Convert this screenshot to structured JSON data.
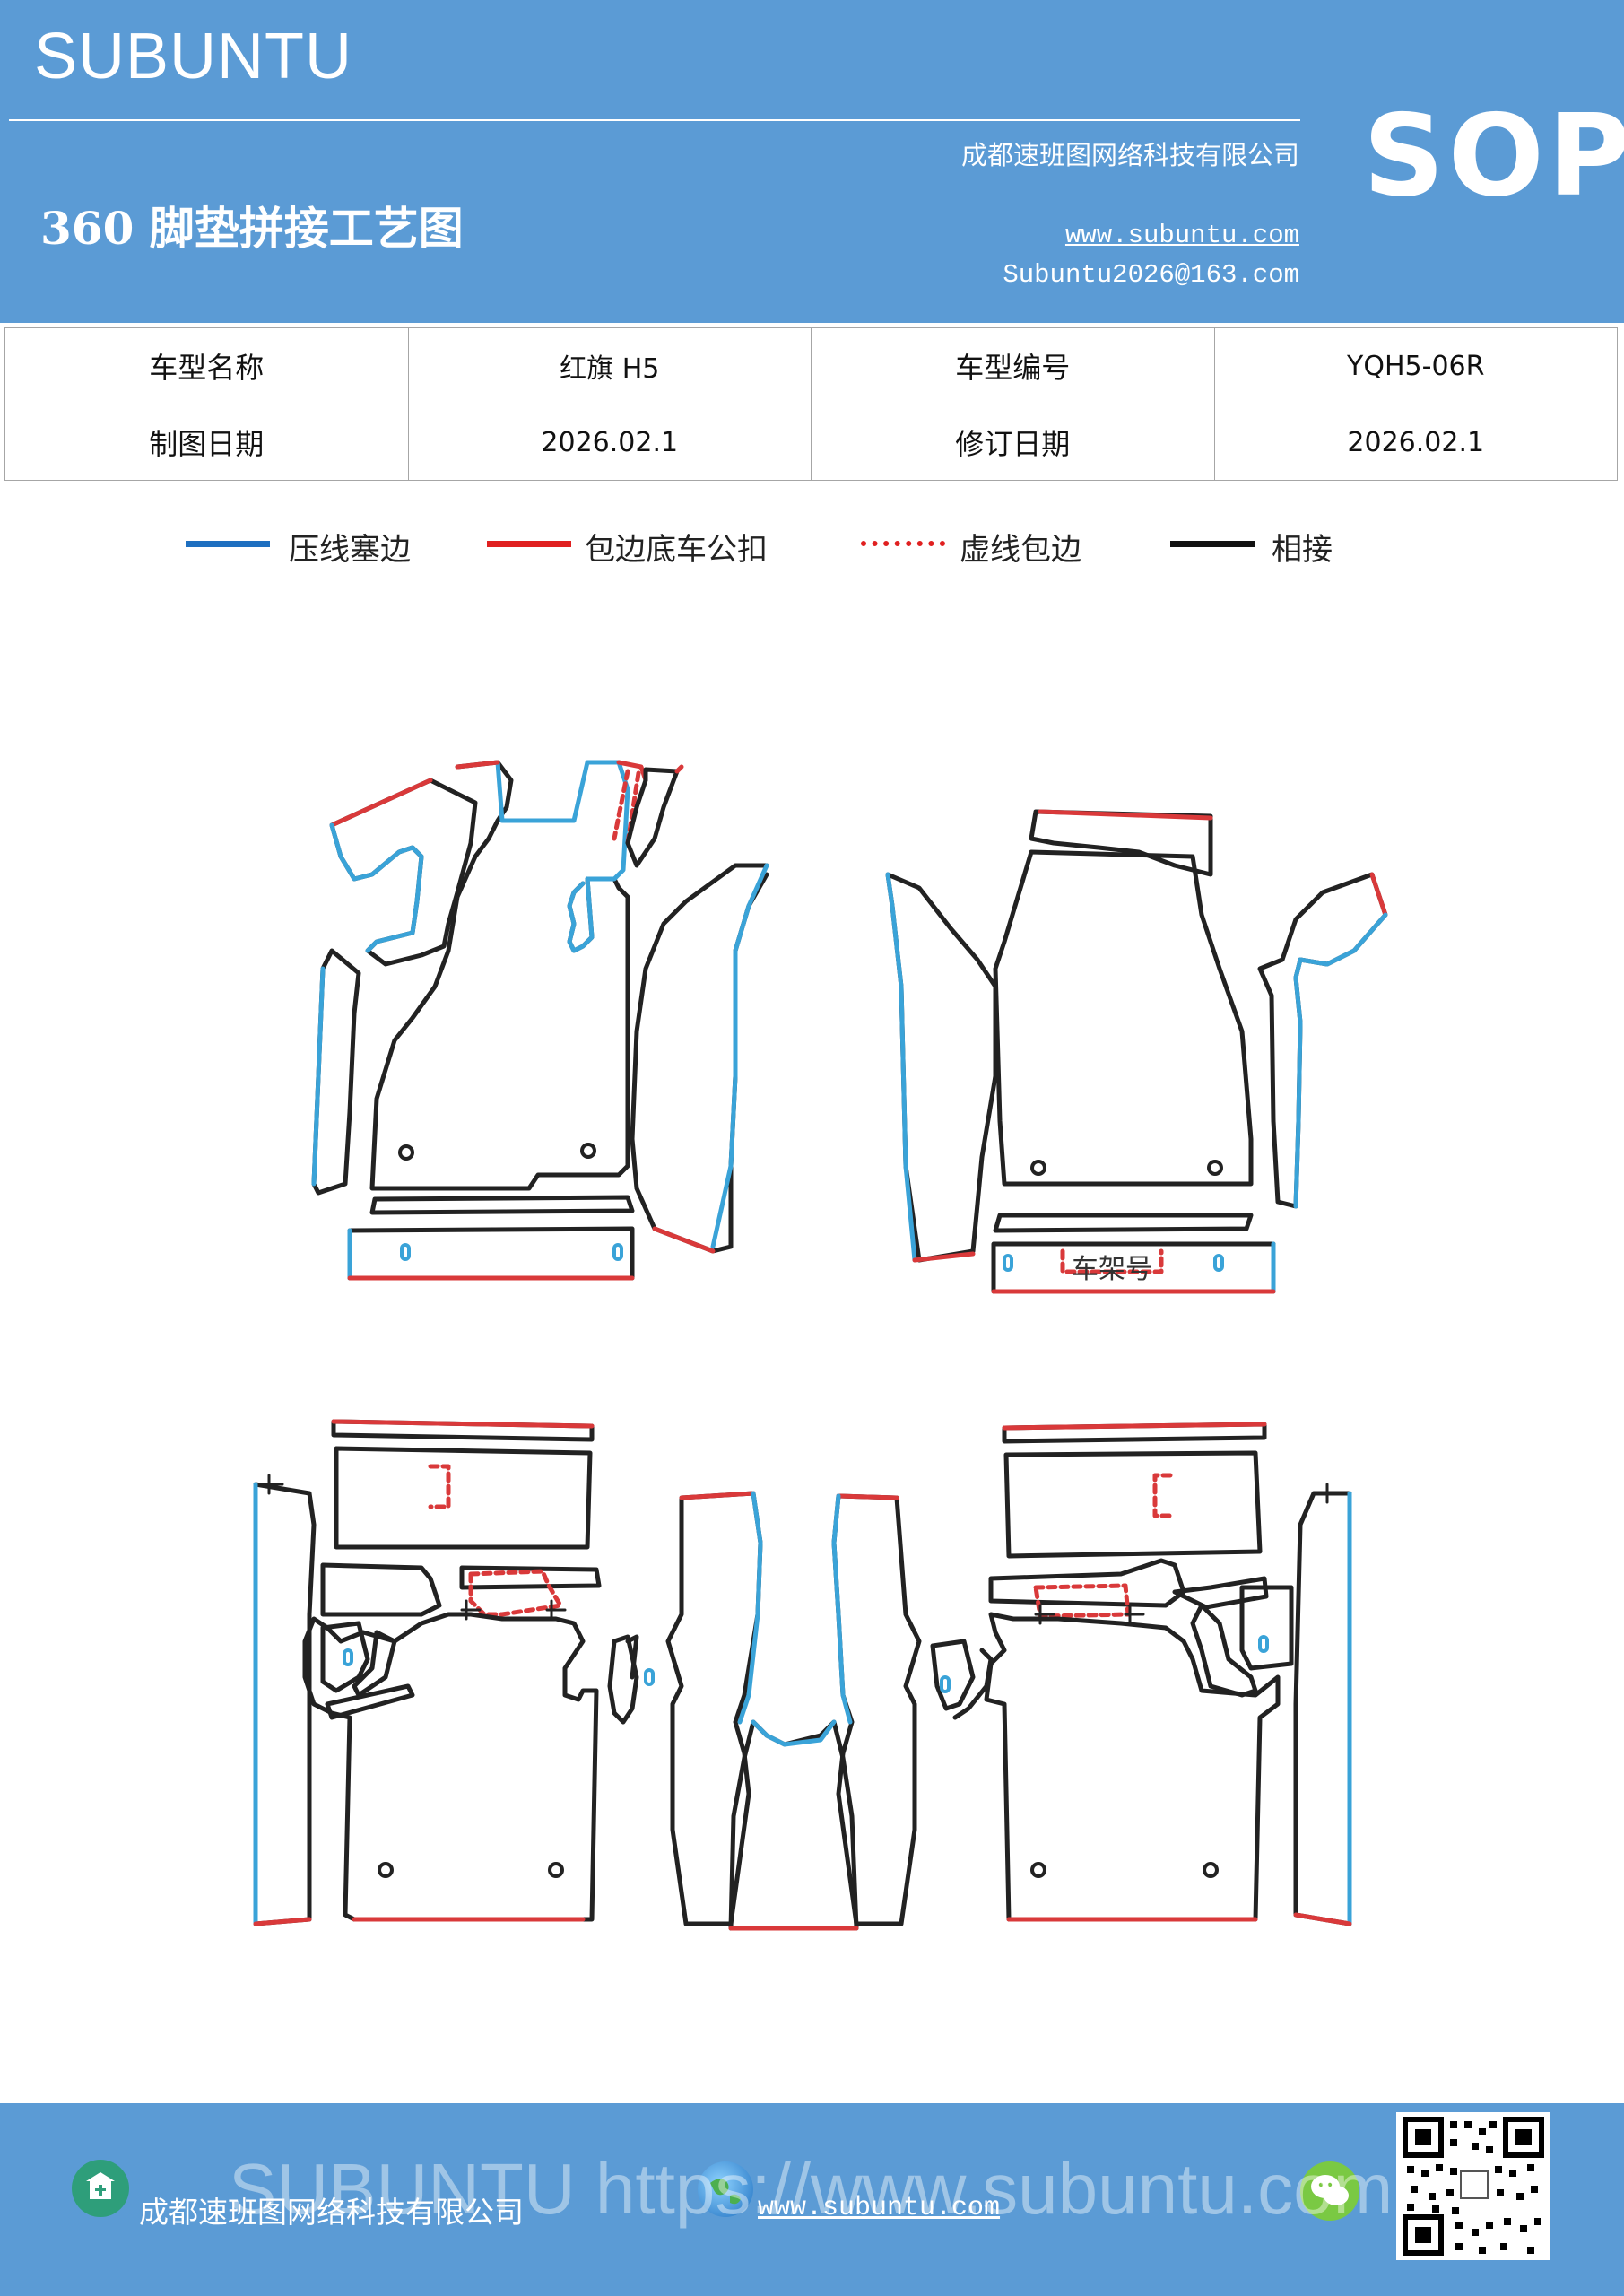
{
  "header": {
    "brand": "SUBUNTU",
    "company": "成都速班图网络科技有限公司",
    "title": "360 脚垫拼接工艺图",
    "website": "www.subuntu.com",
    "email": "Subuntu2026@163.com",
    "badge": "SOP"
  },
  "info_table": {
    "rows": [
      [
        "车型名称",
        "红旗 H5",
        "车型编号",
        "YQH5-06R"
      ],
      [
        "制图日期",
        "2026.02.1",
        "修订日期",
        "2026.02.1"
      ]
    ]
  },
  "legend": [
    {
      "label": "压线塞边",
      "color": "#1e6fc0",
      "style": "solid"
    },
    {
      "label": "包边底车公扣",
      "color": "#e02020",
      "style": "solid"
    },
    {
      "label": "虚线包边",
      "color": "#e02020",
      "style": "dotted"
    },
    {
      "label": "相接",
      "color": "#111111",
      "style": "solid"
    }
  ],
  "drawing": {
    "frame_label": "车架号",
    "colors": {
      "blue": "#3aa3d8",
      "red": "#d9393a",
      "black": "#222222"
    }
  },
  "footer": {
    "watermark": "SUBUNTU https://www.subuntu.com",
    "company": "成都速班图网络科技有限公司",
    "website": "www.subuntu.com",
    "icons": [
      "building-icon",
      "globe-icon",
      "wechat-icon",
      "qr-code"
    ]
  }
}
